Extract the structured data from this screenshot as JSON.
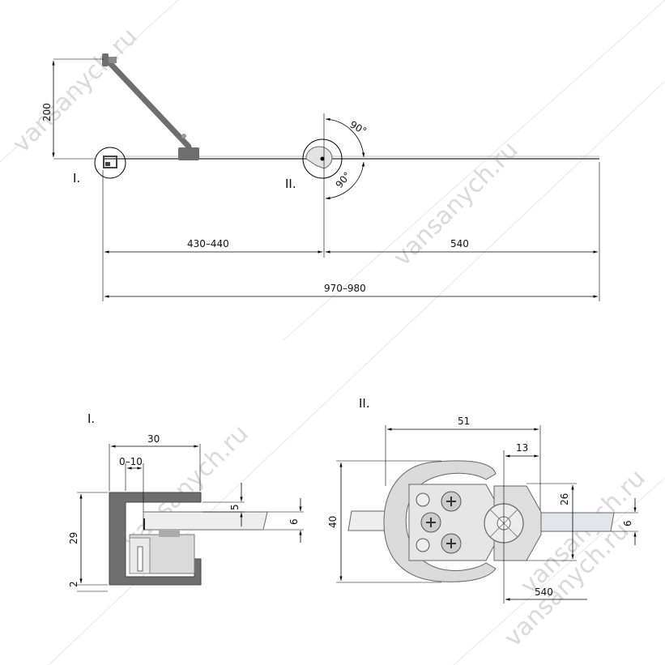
{
  "views": {
    "top": {
      "callout_1": "I.",
      "callout_2": "II.",
      "height_label": "200",
      "angle_upper": "90°",
      "angle_lower": "90°",
      "dim_left": "430–440",
      "dim_right": "540",
      "dim_total": "970–980"
    },
    "detail_1": {
      "title": "I.",
      "dim_width": "30",
      "dim_gap": "0–10",
      "dim_height": "29",
      "dim_base": "2",
      "dim_offset": "5",
      "dim_thickness": "6"
    },
    "detail_2": {
      "title": "II.",
      "dim_width": "51",
      "dim_offset": "13",
      "dim_height": "40",
      "dim_inner": "26",
      "dim_thickness": "6",
      "dim_length": "540"
    }
  },
  "watermark": "vansanych.ru",
  "colors": {
    "metal": "#6e6e6e",
    "glass": "#eeeeee",
    "fitting": "#dadada",
    "line": "#000000"
  }
}
